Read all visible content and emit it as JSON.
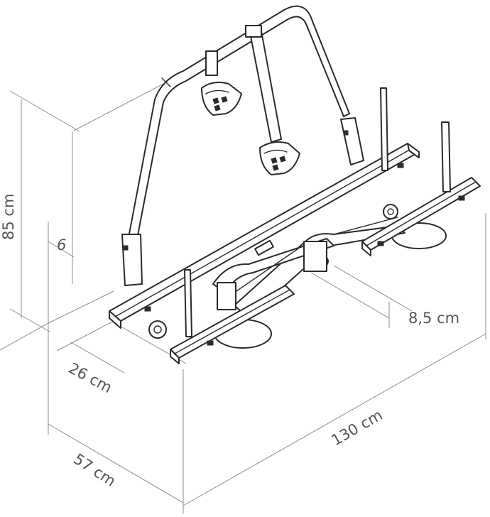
{
  "diagram": {
    "dimensions": {
      "height": "85 cm",
      "offset": "6",
      "rail_spacing": "26 cm",
      "depth": "57 cm",
      "width": "130 cm",
      "clearance": "8,5 cm"
    },
    "colors": {
      "dimension_lines": "#8c8c8c",
      "label_text": "#555555",
      "line_art": "#2b2b2b"
    }
  }
}
